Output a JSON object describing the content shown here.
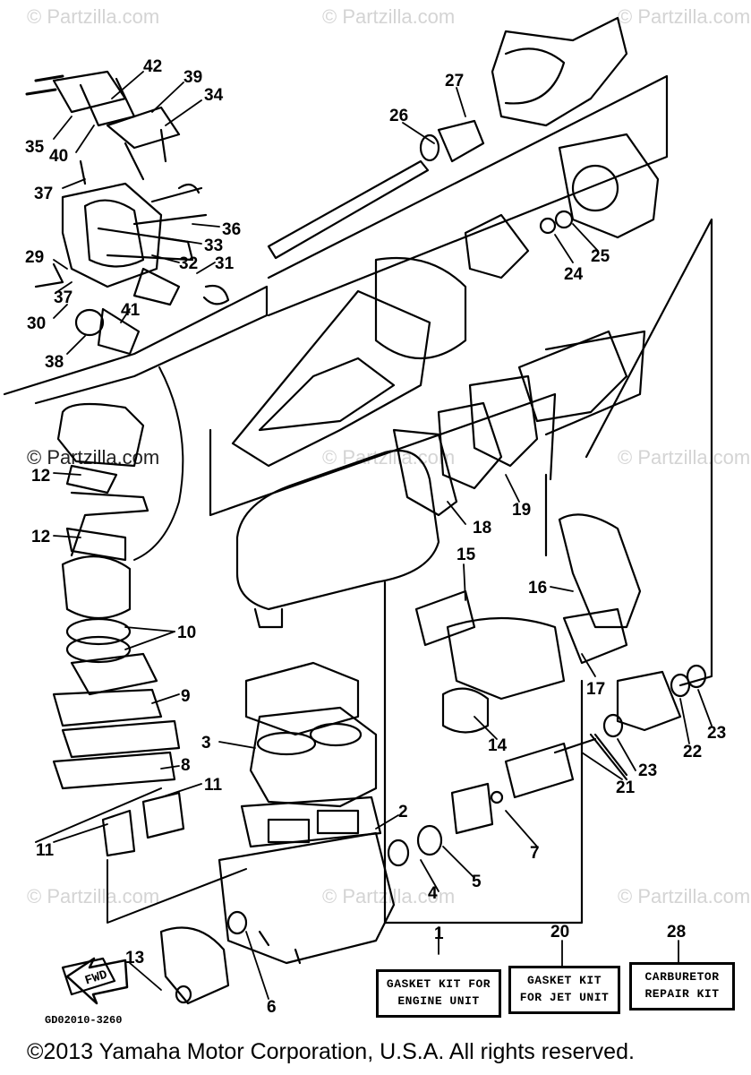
{
  "watermark": "© Partzilla.com",
  "watermark_dark": "© Partzilla.com",
  "callouts": [
    "42",
    "39",
    "34",
    "35",
    "40",
    "37",
    "36",
    "33",
    "29",
    "32",
    "31",
    "37",
    "30",
    "41",
    "38",
    "26",
    "27",
    "24",
    "25",
    "12",
    "12",
    "10",
    "9",
    "3",
    "8",
    "11",
    "11",
    "2",
    "4",
    "5",
    "6",
    "13",
    "18",
    "19",
    "15",
    "16",
    "17",
    "14",
    "21",
    "23",
    "22",
    "23",
    "7",
    "1",
    "20",
    "28"
  ],
  "kits": {
    "engine": [
      "GASKET KIT FOR",
      "ENGINE UNIT"
    ],
    "jet": [
      "GASKET KIT",
      "FOR JET UNIT"
    ],
    "carb": [
      "CARBURETOR",
      "REPAIR KIT"
    ]
  },
  "fwd_label": "FWD",
  "diagram_code": "GD02010-3260",
  "copyright": "©2013  Yamaha Motor Corporation, U.S.A. All rights reserved."
}
